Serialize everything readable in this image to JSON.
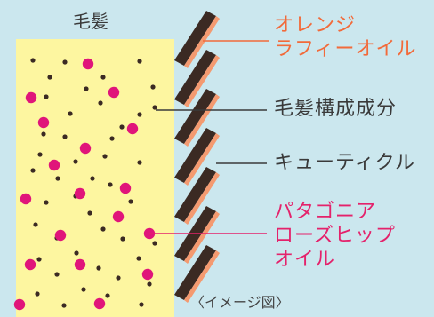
{
  "title": "毛髪",
  "caption": "〈イメージ図〉",
  "labels": {
    "orange_oil": [
      "オレンジ",
      "ラフィーオイル"
    ],
    "hair_components": "毛髪構成成分",
    "cuticle": "キューティクル",
    "rosehip_oil": [
      "パタゴニア",
      "ローズヒップ",
      "オイル"
    ]
  },
  "colors": {
    "background": "#cbe7ee",
    "hair_body": "#fdf6a0",
    "dark_dot": "#3b2a23",
    "oil_dot": "#e0157a",
    "cuticle_dark": "#3b2a23",
    "cuticle_orange": "#f49a70",
    "orange_accent": "#f26a3a",
    "pink_accent": "#e4226b",
    "text": "#3a3a3a"
  }
}
